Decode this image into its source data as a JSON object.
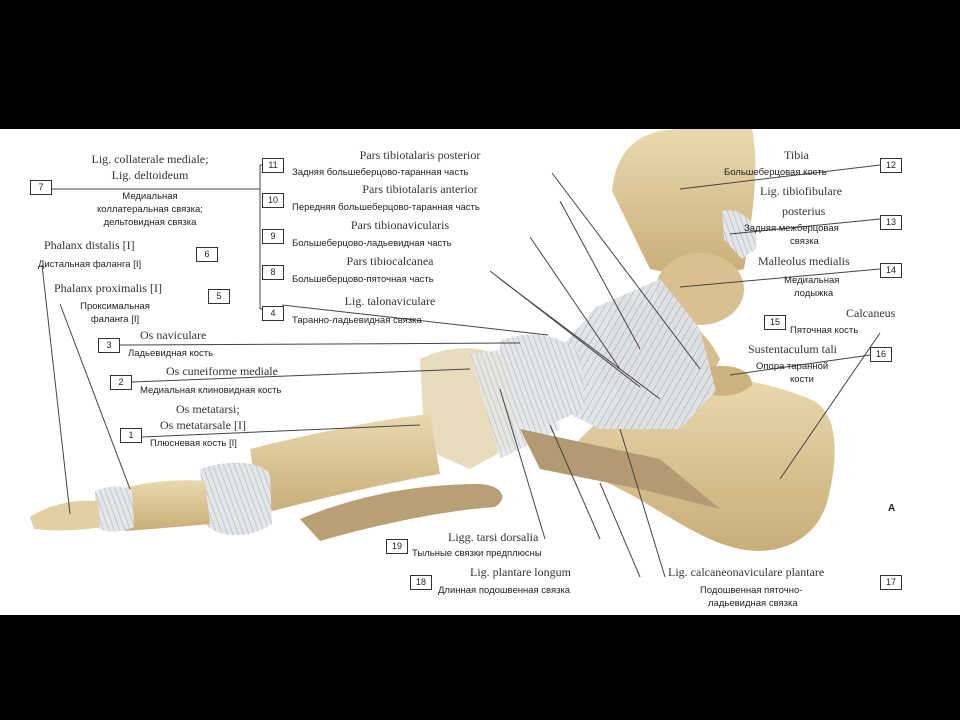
{
  "panel_letter": "A",
  "labels": [
    {
      "num": "7",
      "latin": "Lig. collaterale mediale;",
      "latin2": "Lig. deltoideum",
      "russian": "Медиальная",
      "russian2": "коллатеральная связка;",
      "russian3": "дельтовидная связка"
    },
    {
      "num": "6",
      "latin": "Phalanx distalis [I]",
      "russian": "Дистальная фаланга [I]"
    },
    {
      "num": "5",
      "latin": "Phalanx proximalis [I]",
      "russian": "Проксимальная",
      "russian2": "фаланга [I]"
    },
    {
      "num": "11",
      "latin": "Pars tibiotalaris posterior",
      "russian": "Задняя большеберцово-таранная часть"
    },
    {
      "num": "10",
      "latin": "Pars tibiotalaris anterior",
      "russian": "Передняя большеберцово-таранная часть"
    },
    {
      "num": "9",
      "latin": "Pars tibionavicularis",
      "russian": "Большеберцово-ладьевидная часть"
    },
    {
      "num": "8",
      "latin": "Pars tibiocalcanea",
      "russian": "Большеберцово-пяточная часть"
    },
    {
      "num": "4",
      "latin": "Lig. talonaviculare",
      "russian": "Таранно-ладьевидная связка"
    },
    {
      "num": "3",
      "latin": "Os naviculare",
      "russian": "Ладьевидная кость"
    },
    {
      "num": "2",
      "latin": "Os cuneiforme mediale",
      "russian": "Медиальная клиновидная кость"
    },
    {
      "num": "1",
      "latin": "Os metatarsi;",
      "latin2": "Os metatarsale [I]",
      "russian": "Плюсневая кость [I]"
    },
    {
      "num": "12",
      "latin": "Tibia",
      "russian": "Большеберцовая кость"
    },
    {
      "num": "13",
      "latin": "Lig. tibiofibulare",
      "latin2": "posterius",
      "russian": "Задняя межберцовая",
      "russian2": "связка"
    },
    {
      "num": "14",
      "latin": "Malleolus medialis",
      "russian": "Медиальная",
      "russian2": "лодыжка"
    },
    {
      "num": "15",
      "latin": "Calcaneus",
      "russian": "Пяточная кость"
    },
    {
      "num": "16",
      "latin": "Sustentaculum tali",
      "russian": "Опора таранной",
      "russian2": "кости"
    },
    {
      "num": "19",
      "latin": "Ligg. tarsi dorsalia",
      "russian": "Тыльные связки предплюсны"
    },
    {
      "num": "18",
      "latin": "Lig. plantare longum",
      "russian": "Длинная подошвенная связка"
    },
    {
      "num": "17",
      "latin": "Lig. calcaneonaviculare plantare",
      "russian": "Подошвенная пяточно-",
      "russian2": "ладьевидная связка"
    }
  ]
}
